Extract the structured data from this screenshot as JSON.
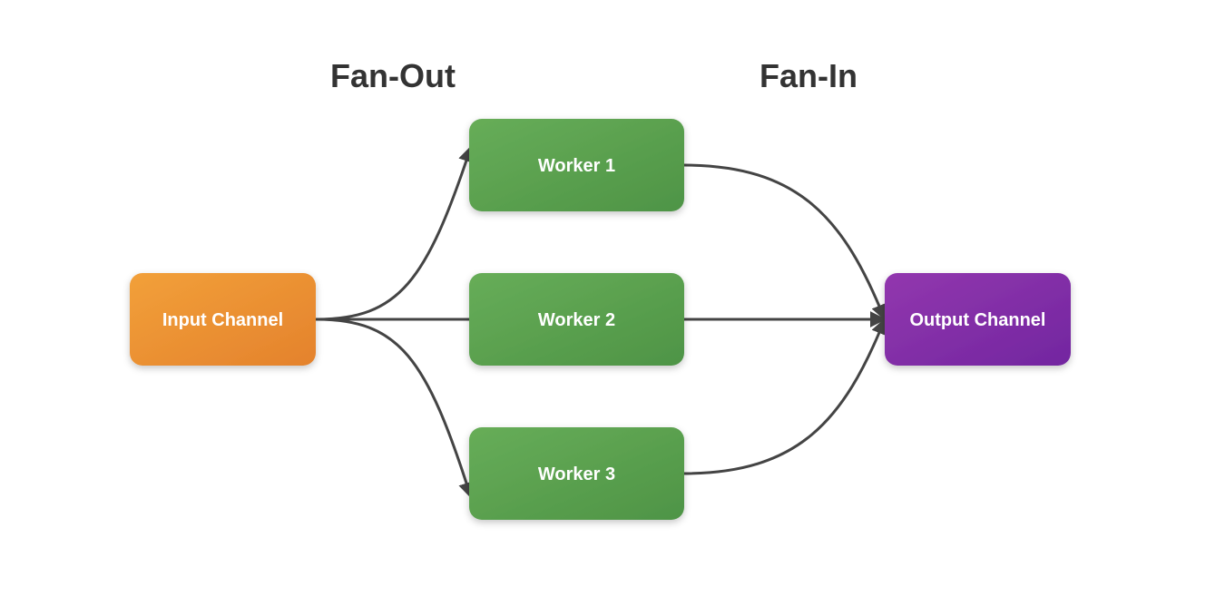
{
  "titles": {
    "fan_out": "Fan-Out",
    "fan_in": "Fan-In"
  },
  "nodes": {
    "input": {
      "label": "Input Channel",
      "color_start": "#f2a03a",
      "color_end": "#e4822c"
    },
    "worker1": {
      "label": "Worker 1",
      "color_start": "#67ad58",
      "color_end": "#4e9446"
    },
    "worker2": {
      "label": "Worker 2",
      "color_start": "#67ad58",
      "color_end": "#4e9446"
    },
    "worker3": {
      "label": "Worker 3",
      "color_start": "#67ad58",
      "color_end": "#4e9446"
    },
    "output": {
      "label": "Output Channel",
      "color_start": "#9237ae",
      "color_end": "#7226a0"
    }
  },
  "edges": [
    {
      "from": "input",
      "to": "worker1"
    },
    {
      "from": "input",
      "to": "worker2"
    },
    {
      "from": "input",
      "to": "worker3"
    },
    {
      "from": "worker1",
      "to": "output"
    },
    {
      "from": "worker2",
      "to": "output"
    },
    {
      "from": "worker3",
      "to": "output"
    }
  ],
  "edge_color": "#444444"
}
